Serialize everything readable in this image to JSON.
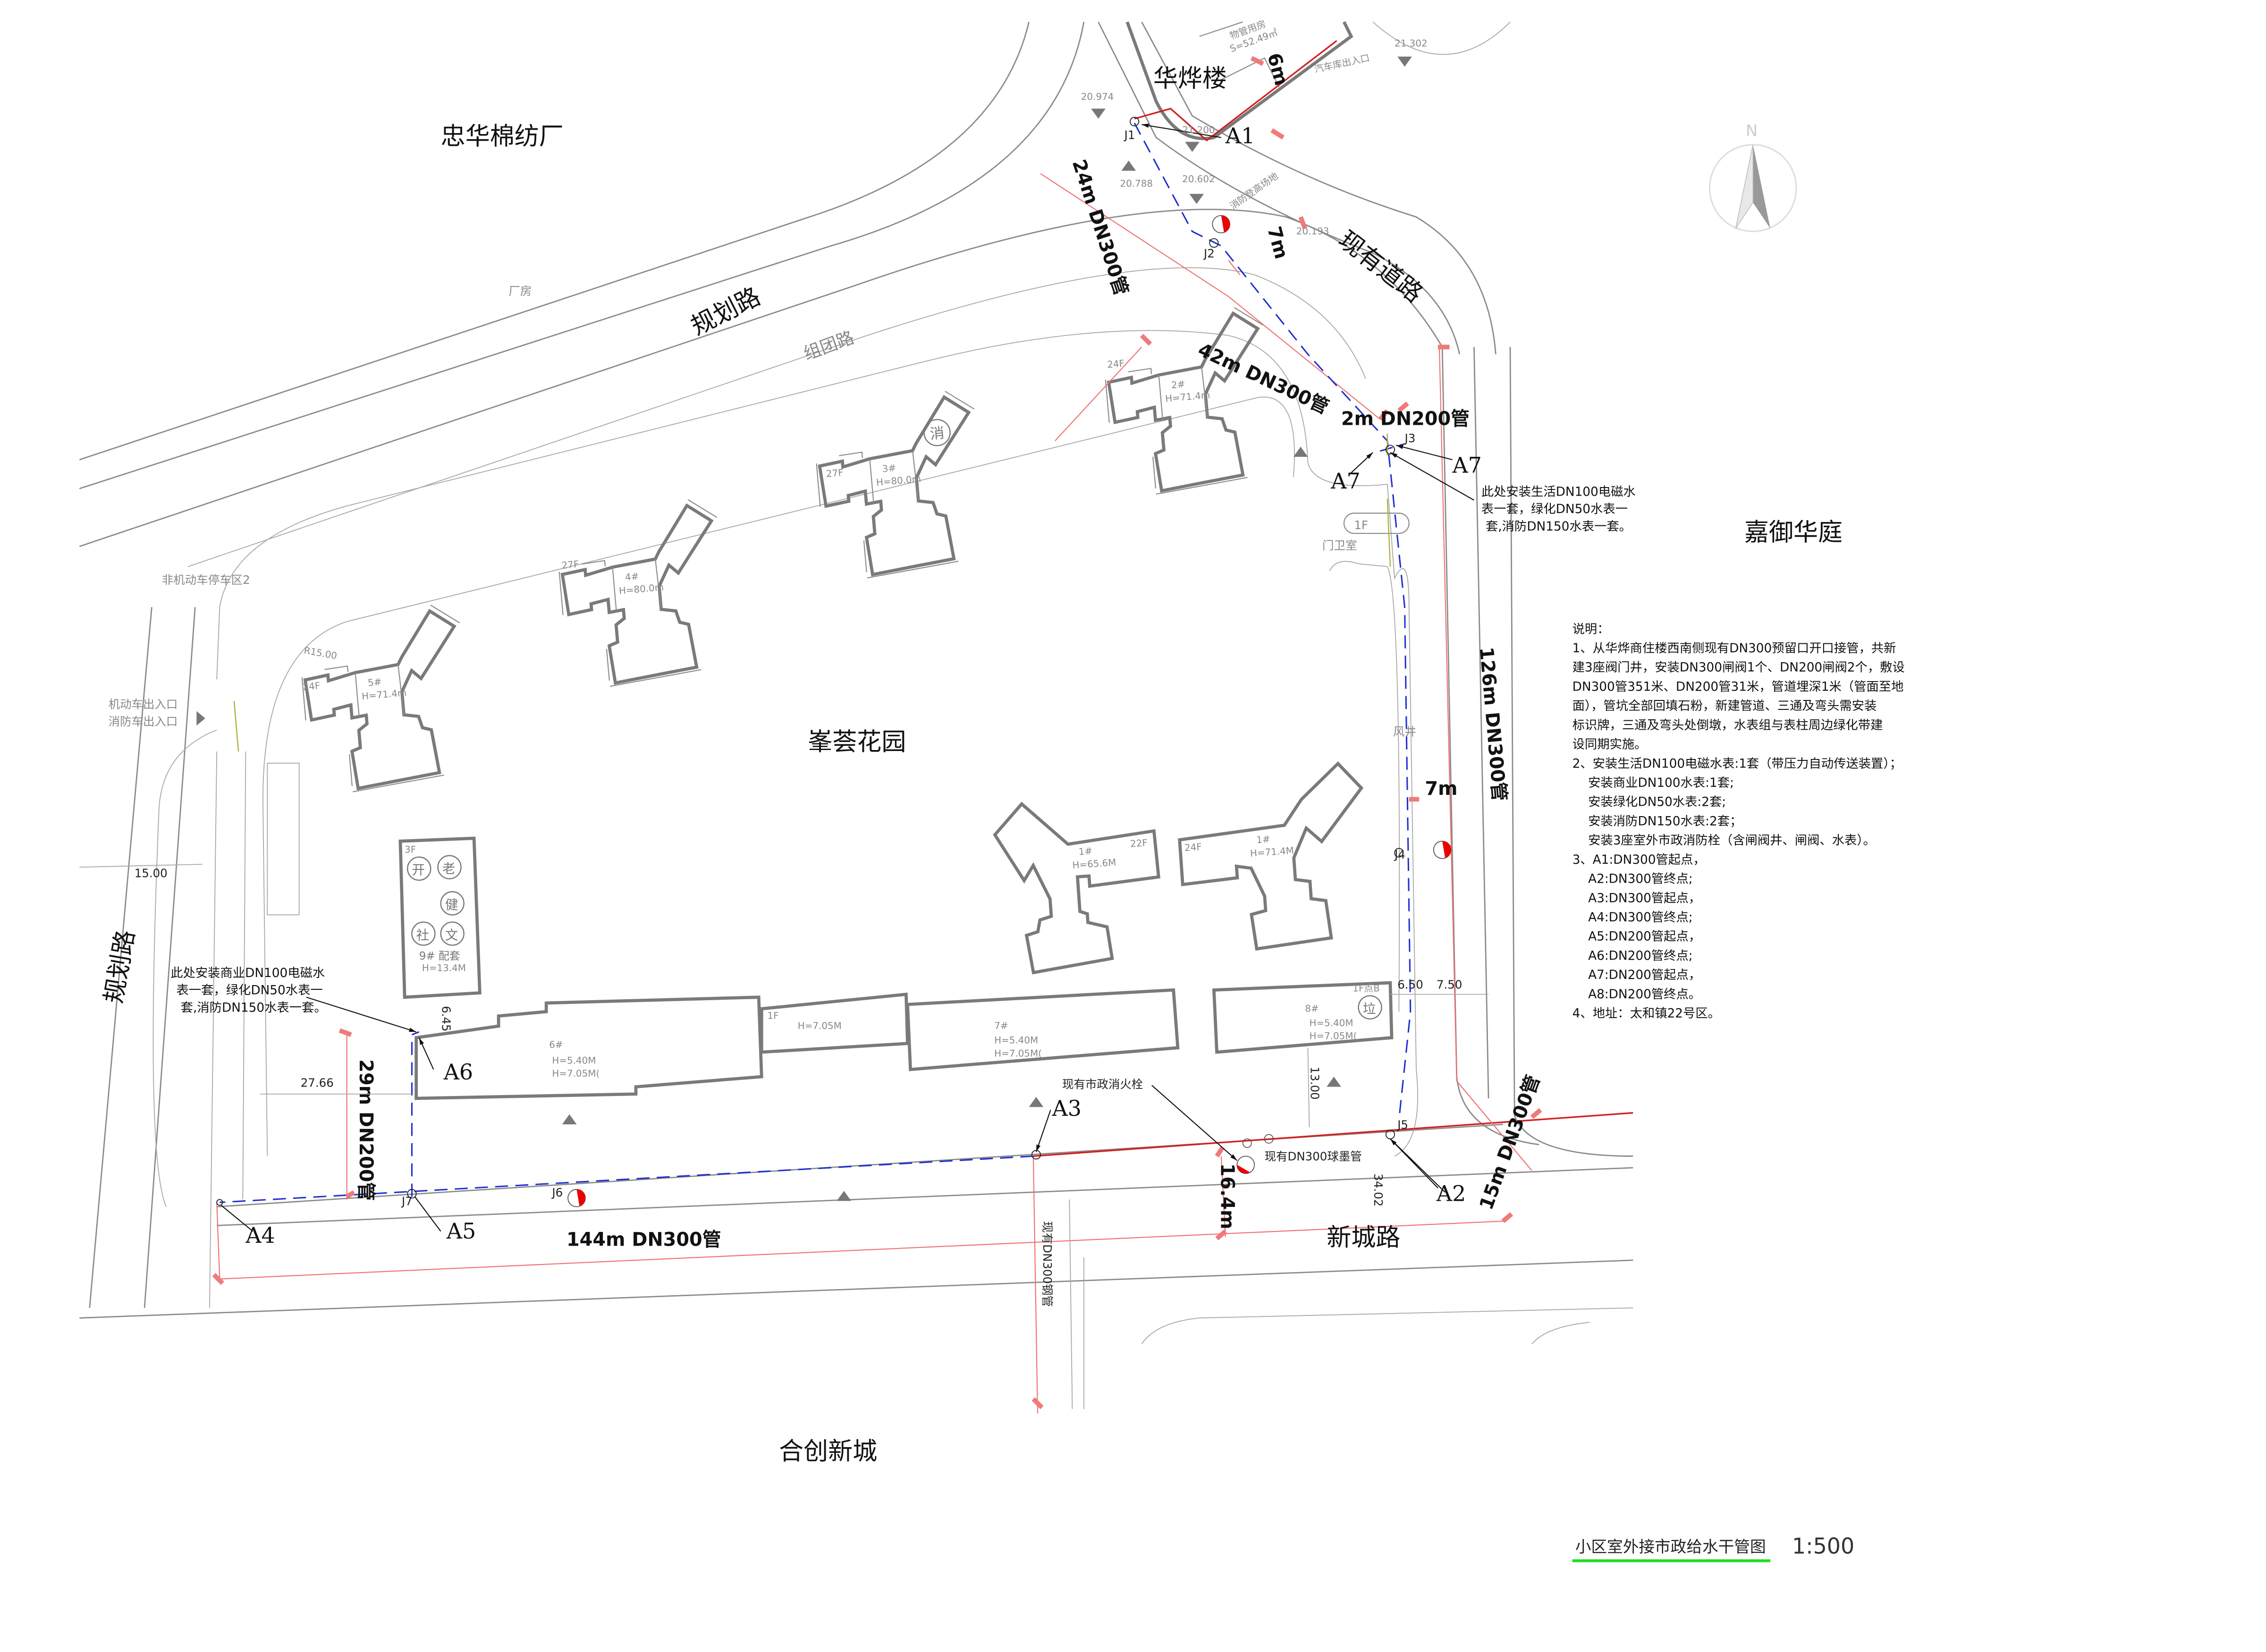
{
  "sites": {
    "zhonghua_mill": "忠华棉纺厂",
    "huaye_building": "华烨楼",
    "jiayu_huating": "嘉御华庭",
    "fenghui_garden": "峯荟花园",
    "hechuang_xincheng": "合创新城",
    "factory": "厂房"
  },
  "roads": {
    "planned_road_north": "规划路",
    "planned_road_west": "规划路",
    "group_road": "组团路",
    "existing_road": "现有道路",
    "xincheng_road": "新城路"
  },
  "pipe_labels": {
    "p24": "24m DN300管",
    "p7a": "7m",
    "p6": "6m",
    "p42": "42m DN300管",
    "p2": "2m DN200管",
    "p126": "126m DN300管",
    "p7b": "7m",
    "p29": "29m DN200管",
    "p144": "144m DN300管",
    "p16": "16.4m",
    "p15": "15m DN300管",
    "existing_steel": "现有DN300钢管",
    "existing_ductile": "现有DN300球墨管",
    "existing_hydrant": "现有市政消火栓"
  },
  "points": {
    "A1": "A1",
    "A2": "A2",
    "A3": "A3",
    "A4": "A4",
    "A5": "A5",
    "A6": "A6",
    "A7a": "A7",
    "A7b": "A7",
    "J1": "J1",
    "J2": "J2",
    "J3": "J3",
    "J4": "J4",
    "J5": "J5",
    "J6": "J6",
    "J7": "J7"
  },
  "callouts": {
    "east": [
      "此处安装生活DN100电磁水",
      "表一套，绿化DN50水表一",
      "套,消防DN150水表一套。"
    ],
    "west": [
      "此处安装商业DN100电磁水",
      "表一套，绿化DN50水表一",
      "套,消防DN150水表一套。"
    ]
  },
  "misc": {
    "non_motor_parking": "非机动车停车区2",
    "vehicle_entrance": "机动车出入口",
    "fire_entrance": "消防车出入口",
    "guard_room": "门卫室",
    "guard_floor": "1F",
    "air_shaft": "风井",
    "garage_entrance": "汽车库出入口",
    "fire_platform": "消防登高场地",
    "property_room": "物管用房",
    "property_area": "S=52.49㎡",
    "radius": "R15.00",
    "north": "N"
  },
  "elevations": [
    "20.974",
    "21.200",
    "20.788",
    "20.602",
    "21.302",
    "20.193"
  ],
  "dimensions": {
    "d1500": "15.00",
    "d645": "6.45",
    "d2766": "27.66",
    "d1300": "13.00",
    "d650": "6.50",
    "d750": "7.50",
    "d3402": "34.02"
  },
  "buildings": {
    "b2": {
      "no": "2#",
      "h": "H=71.4m",
      "f": "24F"
    },
    "b3": {
      "no": "3#",
      "h": "H=80.0m",
      "f": "27F",
      "tag": "消"
    },
    "b4": {
      "no": "4#",
      "h": "H=80.0m",
      "f": "27F"
    },
    "b5": {
      "no": "5#",
      "h": "H=71.4m",
      "f": "24F"
    },
    "b1w": {
      "no": "1#",
      "h": "H=65.6M",
      "f": "22F"
    },
    "b1e": {
      "no": "1#",
      "h": "H=71.4M",
      "f": "24F"
    },
    "b6": {
      "no": "6#",
      "h1": "H=5.40M",
      "h2": "H=7.05M("
    },
    "b6s": {
      "f": "1F",
      "h": "H=7.05M"
    },
    "b7": {
      "no": "7#",
      "h1": "H=5.40M",
      "h2": "H=7.05M("
    },
    "b8": {
      "no": "8#",
      "h1": "H=5.40M",
      "h2": "H=7.05M(",
      "tag": "垃",
      "f": "1F点B"
    },
    "b9": {
      "no": "9# 配套",
      "h": "H=13.4M",
      "f": "3F",
      "tags": [
        "开",
        "老",
        "健",
        "社",
        "文"
      ]
    }
  },
  "notes": {
    "lines": [
      "说明：",
      "1、从华烨商住楼西南侧现有DN300预留口开口接管，共新",
      "建3座阀门井，安装DN300闸阀1个、DN200闸阀2个，敷设",
      "DN300管351米、DN200管31米，管道埋深1米（管面至地",
      "面），管坑全部回填石粉，新建管道、三通及弯头需安装",
      "标识牌，三通及弯头处倒墩，水表组与表柱周边绿化带建",
      "设同期实施。",
      "2、安装生活DN100电磁水表:1套（带压力自动传送装置）；",
      "    安装商业DN100水表:1套;",
      "    安装绿化DN50水表:2套;",
      "    安装消防DN150水表:2套；",
      "    安装3座室外市政消防栓（含闸阀井、闸阀、水表）。",
      "3、A1:DN300管起点，",
      "    A2:DN300管终点;",
      "    A3:DN300管起点，",
      "    A4:DN300管终点;",
      "    A5:DN200管起点，",
      "    A6:DN200管终点;",
      "    A7:DN200管起点，",
      "    A8:DN200管终点。",
      "4、地址：太和镇22号区。"
    ]
  },
  "title": {
    "name": "小区室外接市政给水干管图",
    "scale": "1:500",
    "underline_color": "#22dd22"
  },
  "colors": {
    "new_pipe": "#1f2fd0",
    "existing_pipe": "#d42020",
    "hydrant": "#ee0000",
    "building": "#7a7a7a"
  }
}
